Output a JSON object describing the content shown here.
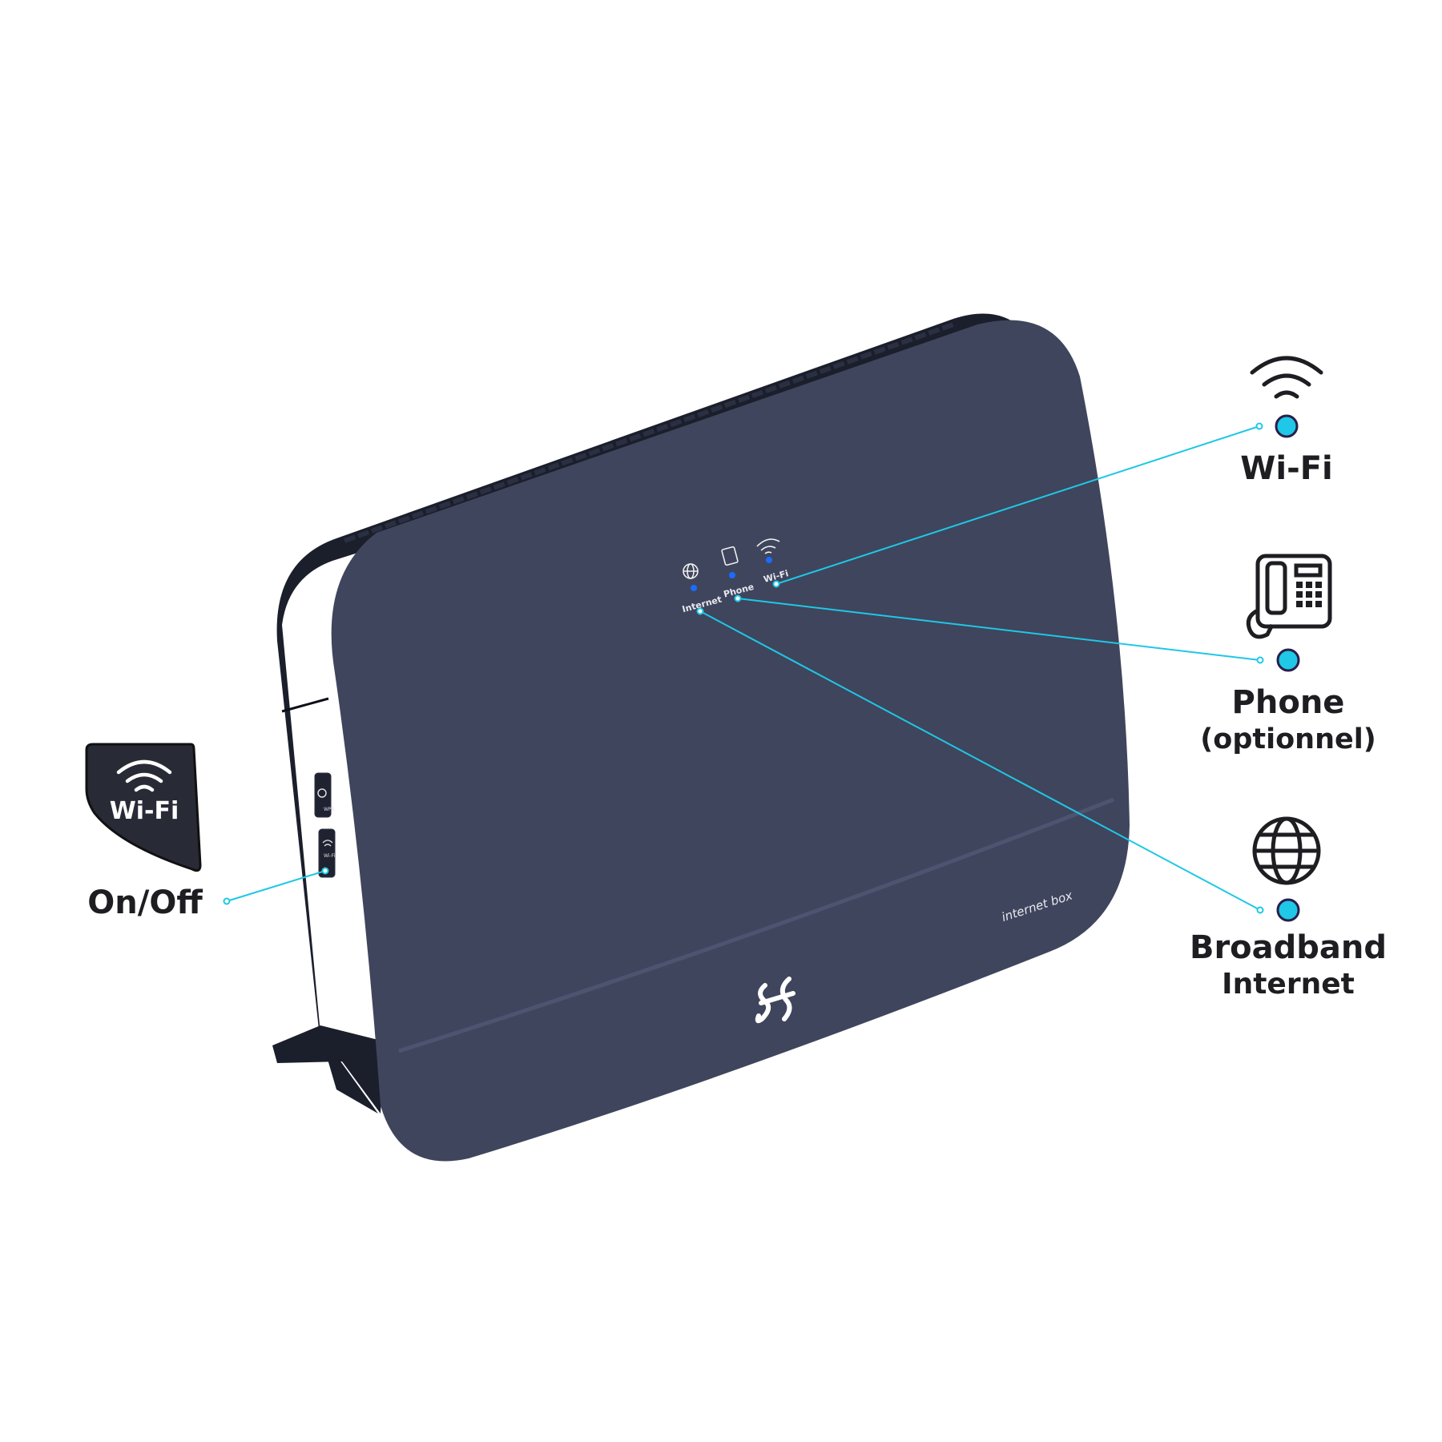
{
  "colors": {
    "router_face": "#3f455c",
    "router_side": "#1b1e2b",
    "accent_line": "#1ec8e6",
    "led_blue": "#1a6cff",
    "badge": "#282a36",
    "text": "#1d1d22"
  },
  "router": {
    "brand_text": "internet box",
    "logo": "Salt logo",
    "leds": [
      {
        "label": "Internet",
        "icon": "globe-icon"
      },
      {
        "label": "Phone",
        "icon": "phone-icon"
      },
      {
        "label": "Wi-Fi",
        "icon": "wifi-icon"
      }
    ],
    "side_buttons": [
      {
        "label": "WPS",
        "icon": "wps-icon"
      },
      {
        "label": "Wi-Fi",
        "icon": "wifi-icon"
      }
    ]
  },
  "callouts": {
    "wifi": {
      "label": "Wi-Fi",
      "icon": "wifi-icon"
    },
    "phone": {
      "label": "Phone",
      "sublabel": "(optionnel)",
      "icon": "desk-phone-icon"
    },
    "internet": {
      "label": "Broadband",
      "sublabel": "Internet",
      "icon": "globe-icon"
    },
    "onoff": {
      "badge_text": "Wi-Fi",
      "label": "On/Off",
      "icon": "wifi-icon"
    }
  }
}
